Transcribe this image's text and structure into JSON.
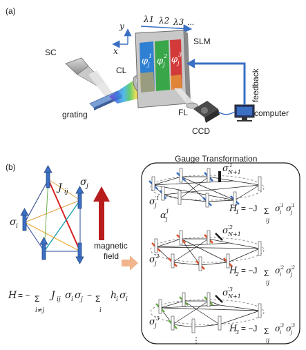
{
  "panel_a": {
    "tag": "(a)",
    "labels": {
      "sc": "SC",
      "cl": "CL",
      "grating": "grating",
      "slm": "SLM",
      "fl": "FL",
      "ccd": "CCD",
      "computer": "computer",
      "feedback": "feedback"
    },
    "axes": {
      "y": "y",
      "x": "x"
    },
    "wavelengths": [
      "λ1",
      "λ2",
      "λ3",
      "..."
    ],
    "phases": [
      "φ",
      "φ",
      "φ"
    ],
    "phase_sups": [
      "1",
      "2",
      "3"
    ],
    "phase_subs": [
      "j",
      "j",
      "j"
    ],
    "colors": {
      "blue_arrow": "#3a6fc4",
      "slm_blue": "#2f7fd3",
      "slm_green": "#3aa64a",
      "slm_red": "#d23a3a"
    }
  },
  "panel_b": {
    "tag": "(b)",
    "gauge_title": "Gauge Transformation",
    "left": {
      "J": "J",
      "J_sub": "ij",
      "sigma_i": "σ",
      "sigma_i_sub": "i",
      "sigma_j": "σ",
      "sigma_j_sub": "j",
      "magnetic_1": "magnetic",
      "magnetic_2": "field",
      "hamiltonian": "H = − Σ J σ σ − Σ h σ",
      "ham_parts": {
        "H": "H",
        "eq": "= −",
        "J": "J",
        "Jsub": "ij",
        "sig": "σ",
        "isub": "i",
        "jsub": "j",
        "sum1_sub": "i≠j",
        "minus": "−",
        "h": "h",
        "sum2_sub": "i"
      }
    },
    "right": {
      "rows": [
        {
          "sig_top": "σ",
          "sig_top_sup": "′1",
          "sig_top_sub": "N+1",
          "sig_left": "σ",
          "sig_left_sup": "′1",
          "sig_left_sub": "j",
          "alpha": "α",
          "alpha_sup": "1",
          "alpha_sub": "j",
          "H": "H",
          "H_sub": "1",
          "eq": "= −J",
          "sum_sub": "ij",
          "sup": "′1"
        },
        {
          "sig_top": "σ",
          "sig_top_sup": "′2",
          "sig_top_sub": "N+1",
          "sig_left": "σ",
          "sig_left_sup": "′2",
          "sig_left_sub": "j",
          "H": "H",
          "H_sub": "2",
          "eq": "= −J",
          "sum_sub": "ij",
          "sup": "′2"
        },
        {
          "sig_top": "σ",
          "sig_top_sup": "′3",
          "sig_top_sub": "N+1",
          "sig_left": "σ",
          "sig_left_sup": "′3",
          "sig_left_sub": "j",
          "H": "H",
          "H_sub": "3",
          "eq": "= −J",
          "sum_sub": "ij",
          "sup": "′3"
        }
      ],
      "ellipsis": "⋮"
    },
    "colors": {
      "blue": "#3a6fc4",
      "red": "#e0502a",
      "green": "#6aac4a",
      "arrow_red": "#b81c1c",
      "arrow_orange": "#f2b48c"
    }
  }
}
